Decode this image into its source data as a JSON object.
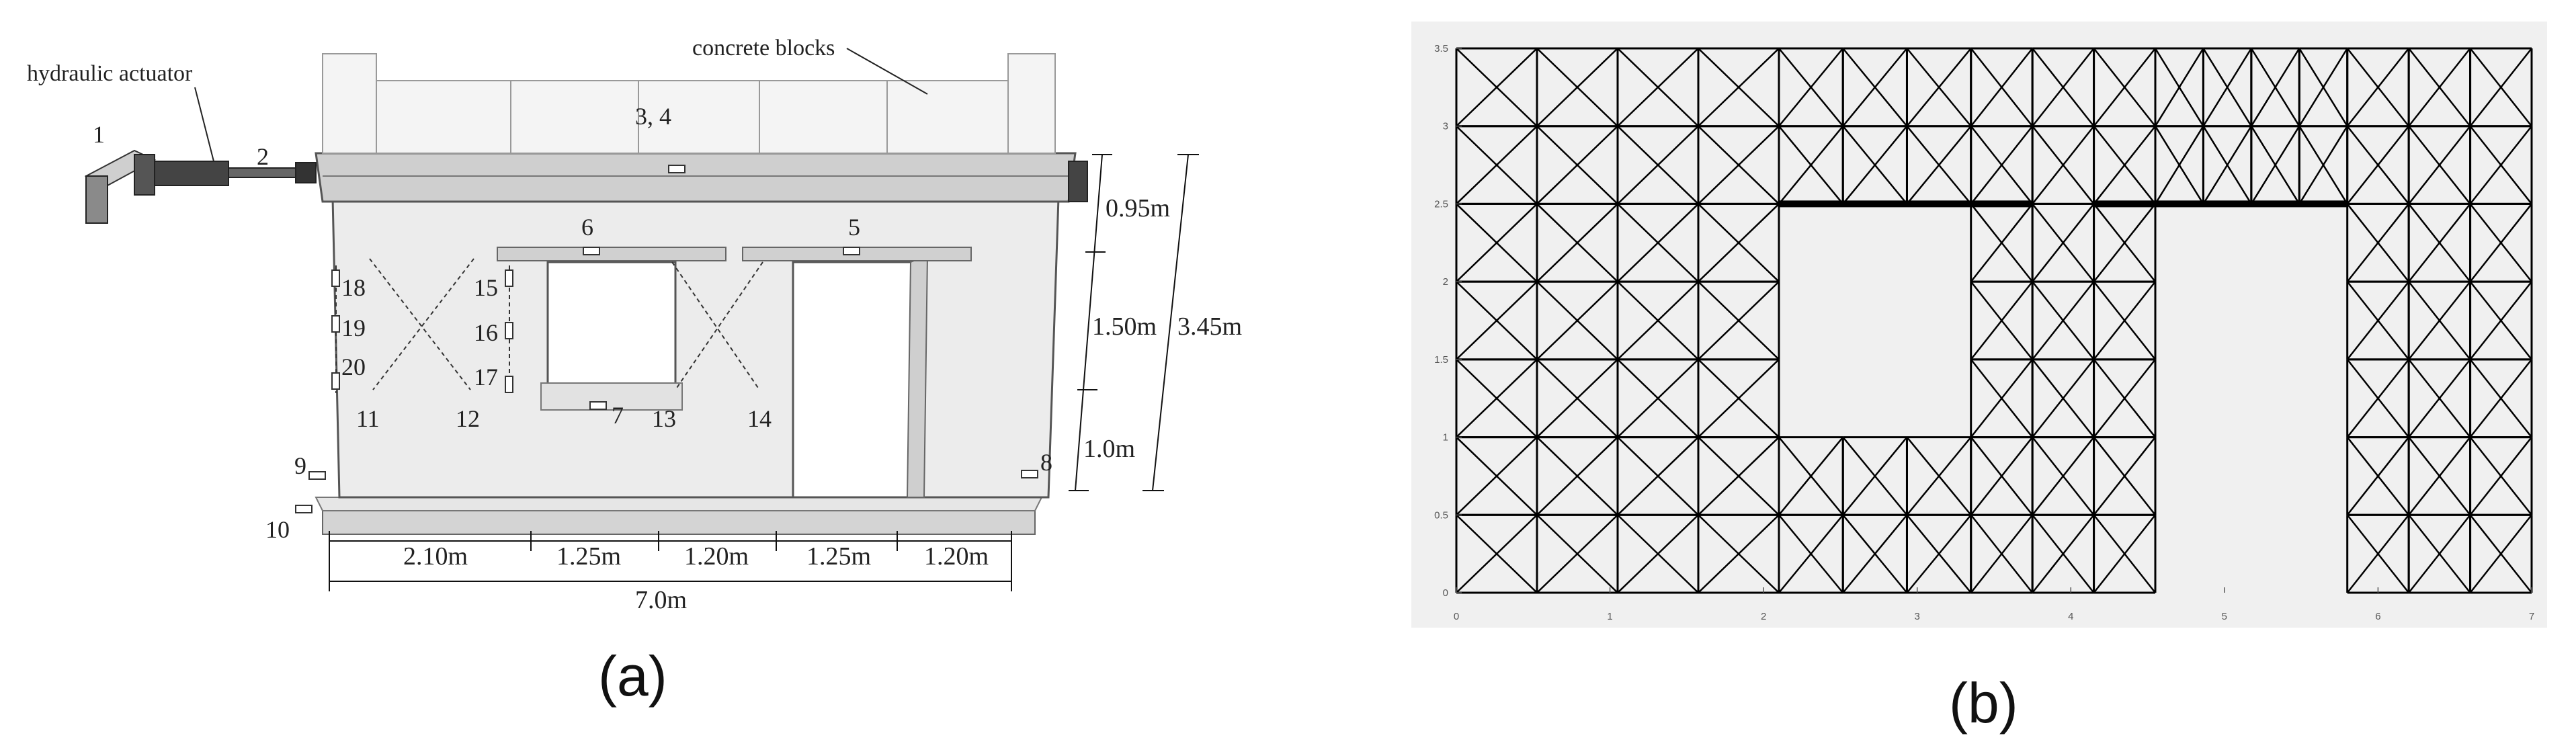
{
  "panel_a": {
    "caption": "(a)",
    "labels": {
      "actuator": "hydraulic actuator",
      "concrete": "concrete blocks",
      "n1": "1",
      "n2": "2",
      "n34": "3, 4",
      "n5": "5",
      "n6": "6",
      "n7": "7",
      "n8": "8",
      "n9": "9",
      "n10": "10",
      "n11": "11",
      "n12": "12",
      "n13": "13",
      "n14": "14",
      "n15": "15",
      "n16": "16",
      "n17": "17",
      "n18": "18",
      "n19": "19",
      "n20": "20"
    },
    "dimensions": {
      "d1": "2.10m",
      "d2": "1.25m",
      "d3": "1.20m",
      "d4": "1.25m",
      "d5": "1.20m",
      "total_width": "7.0m",
      "h_top": "0.95m",
      "h_mid": "1.50m",
      "h_bot": "1.0m",
      "h_total": "3.45m"
    }
  },
  "panel_b": {
    "caption": "(b)",
    "x_ticks": [
      "0",
      "1",
      "2",
      "3",
      "4",
      "5",
      "6",
      "7"
    ],
    "y_ticks": [
      "0",
      "0.5",
      "1",
      "1.5",
      "2",
      "2.5",
      "3",
      "3.5"
    ],
    "colors": {
      "plot_bg": "#f0f0f0",
      "mesh": "#000000"
    }
  }
}
